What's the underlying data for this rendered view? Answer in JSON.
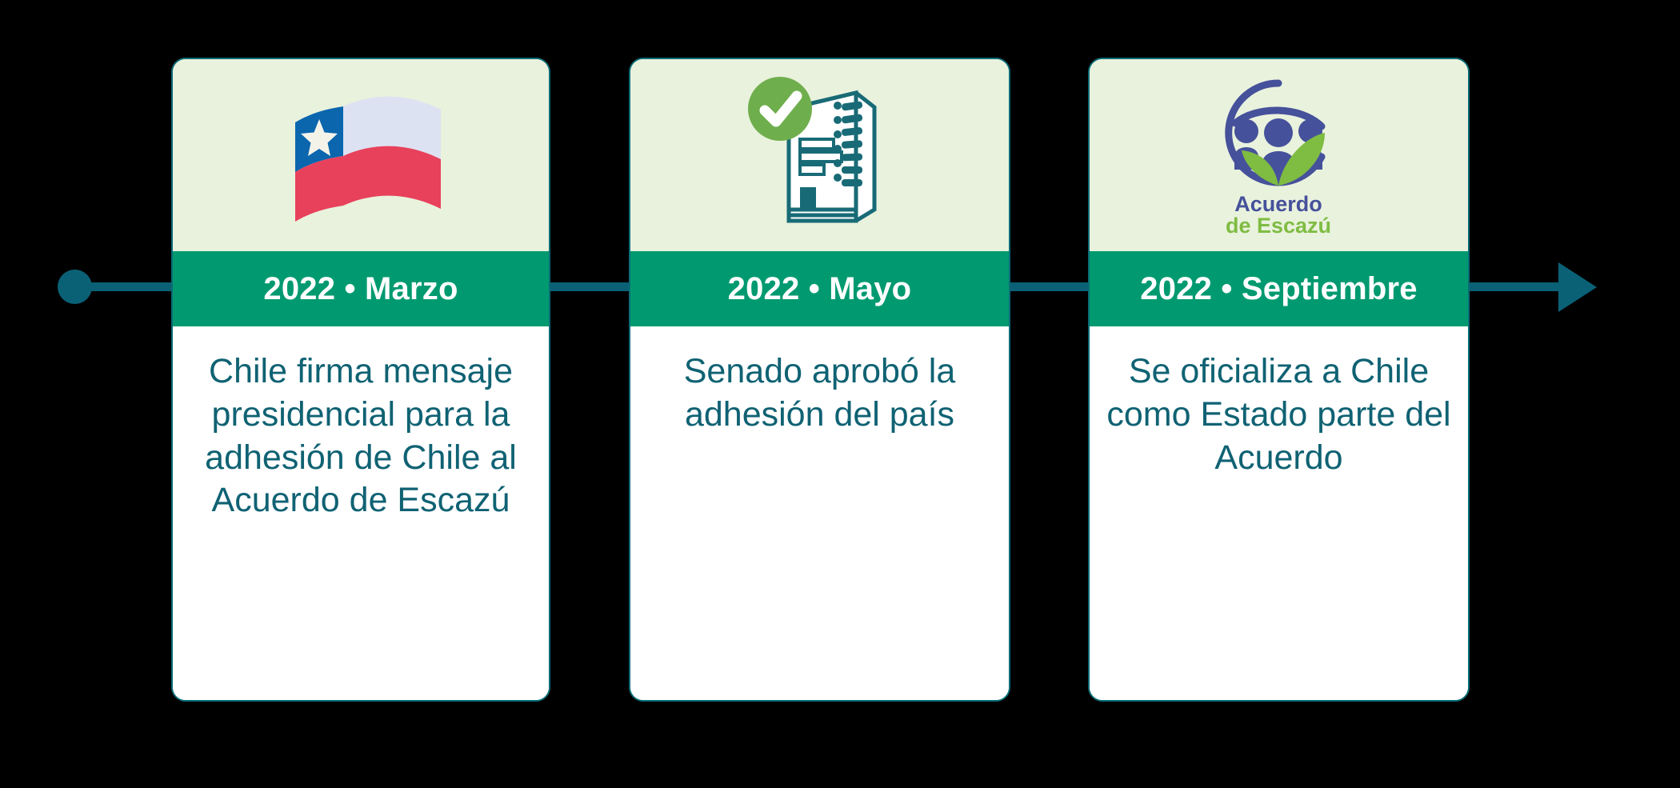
{
  "theme": {
    "background": "#000000",
    "axis_color": "#0a6176",
    "card_border": "#0a6c75",
    "icon_panel_bg": "#e9f2dd",
    "band_bg": "#019a70",
    "band_text": "#ffffff",
    "body_text": "#0f6273",
    "flag_blue": "#0b66ae",
    "flag_red": "#e8415c",
    "flag_white": "#dde2f3",
    "check_green": "#6fae4d",
    "logo_blue": "#46519b",
    "logo_green": "#7fbc42"
  },
  "timeline": {
    "start_marker": "start-dot",
    "end_marker": "arrow-right",
    "direction": "left-to-right",
    "milestone_count": 3
  },
  "milestones": [
    {
      "id": "milestone-marzo-2022",
      "icon": "chile-flag-icon",
      "icon_label": "Bandera de Chile",
      "year": "2022",
      "separator": "•",
      "month": "Marzo",
      "date_label": "2022 • Marzo",
      "description": "Chile firma mensaje presidencial para la adhesión de Chile al Acuerdo de Escazú"
    },
    {
      "id": "milestone-mayo-2022",
      "icon": "approved-document-icon",
      "icon_label": "Documento aprobado",
      "year": "2022",
      "separator": "•",
      "month": "Mayo",
      "date_label": "2022 • Mayo",
      "description": "Senado aprobó la adhesión del país"
    },
    {
      "id": "milestone-septiembre-2022",
      "icon": "acuerdo-de-escazu-logo",
      "icon_label": "Logo Acuerdo de Escazú",
      "logo_line_1": "Acuerdo",
      "logo_line_2": "de Escazú",
      "year": "2022",
      "separator": "•",
      "month": "Septiembre",
      "date_label": "2022 • Septiembre",
      "description": "Se oficializa a Chile como Estado parte del Acuerdo"
    }
  ]
}
